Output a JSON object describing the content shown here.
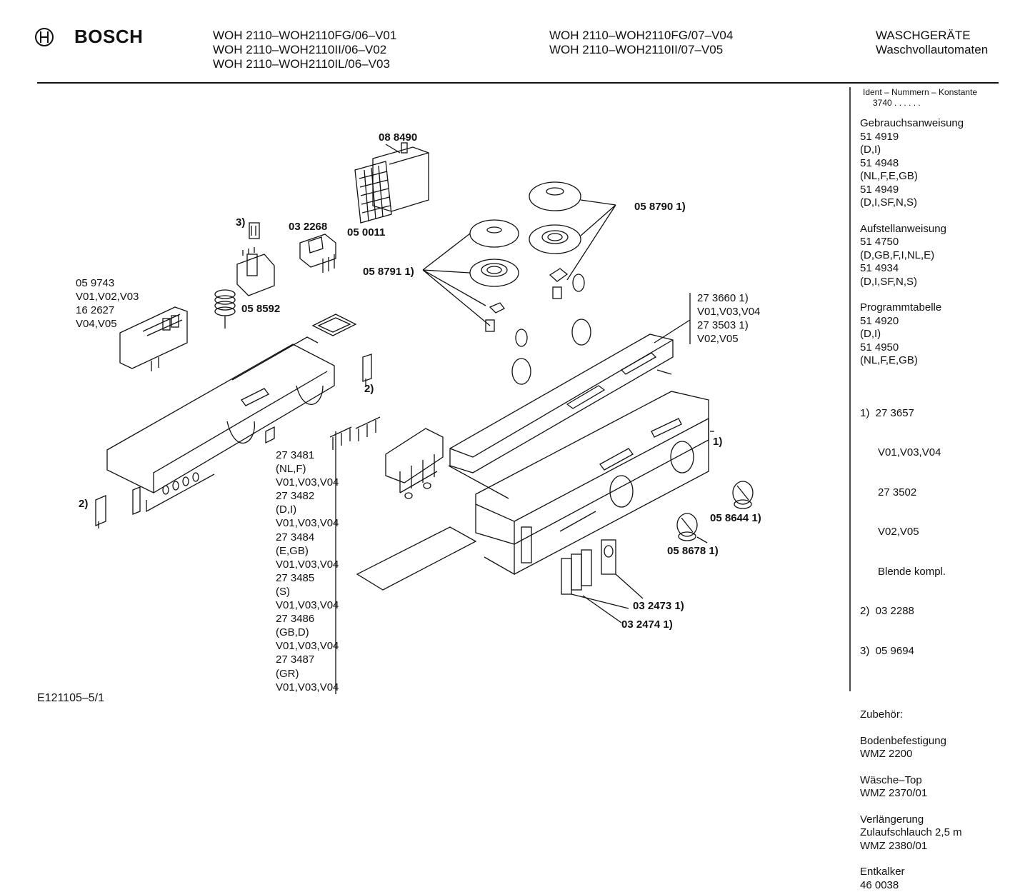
{
  "brand": "BOSCH",
  "models_col1": [
    "WOH 2110–WOH2110FG/06–V01",
    "WOH 2110–WOH2110II/06–V02",
    "WOH 2110–WOH2110IL/06–V03"
  ],
  "models_col2": [
    "WOH 2110–WOH2110FG/07–V04",
    "WOH 2110–WOH2110II/07–V05"
  ],
  "category": [
    "WASCHGERÄTE",
    "Waschvollautomaten"
  ],
  "footer_code": "E121105–5/1",
  "sidebar": {
    "ident_title": "Ident – Nummern – Konstante",
    "ident_value": "3740 . . . . . .",
    "blocks": [
      [
        "Gebrauchsanweisung",
        "51 4919",
        "(D,I)",
        "51 4948",
        "(NL,F,E,GB)",
        "51 4949",
        "(D,I,SF,N,S)"
      ],
      [
        "Aufstellanweisung",
        "51 4750",
        "(D,GB,F,I,NL,E)",
        "51 4934",
        "(D,I,SF,N,S)"
      ],
      [
        "Programmtabelle",
        "51 4920",
        "(D,I)",
        "51 4950",
        "(NL,F,E,GB)"
      ],
      [
        "1)  27 3657",
        "      V01,V03,V04",
        "      27 3502",
        "      V02,V05",
        "      Blende kompl.",
        "2)  03 2288",
        "3)  05 9694"
      ],
      [
        "Zubehör:"
      ],
      [
        "Bodenbefestigung",
        "WMZ 2200"
      ],
      [
        "Wäsche–Top",
        "WMZ 2370/01"
      ],
      [
        "Verlängerung",
        "Zulaufschlauch 2,5 m",
        "WMZ 2380/01"
      ],
      [
        "Entkalker",
        "46 0038"
      ]
    ]
  },
  "parts": {
    "p088490": "08 8490",
    "p050011": "05 0011",
    "p032268": "03 2268",
    "p3": "3)",
    "p058592": "05 8592",
    "p058790": "05 8790 1)",
    "p058791": "05 8791 1)",
    "p059743": [
      "05 9743",
      "V01,V02,V03",
      "16 2627",
      "V04,V05"
    ],
    "p273660": [
      "27 3660 1)",
      "V01,V03,V04",
      "27 3503 1)",
      "V02,V05"
    ],
    "p2a": "2)",
    "p2b": "2)",
    "p1": "1)",
    "p273481": [
      "27 3481",
      "(NL,F)",
      "V01,V03,V04",
      "27 3482",
      "(D,I)",
      "V01,V03,V04",
      "27 3484",
      "(E,GB)",
      "V01,V03,V04",
      "27 3485",
      "(S)",
      "V01,V03,V04",
      "27 3486",
      "(GB,D)",
      "V01,V03,V04",
      "27 3487",
      "(GR)",
      "V01,V03,V04"
    ],
    "p058644": "05 8644 1)",
    "p058678": "05 8678 1)",
    "p032473": "03 2473 1)",
    "p032474": "03 2474 1)"
  }
}
